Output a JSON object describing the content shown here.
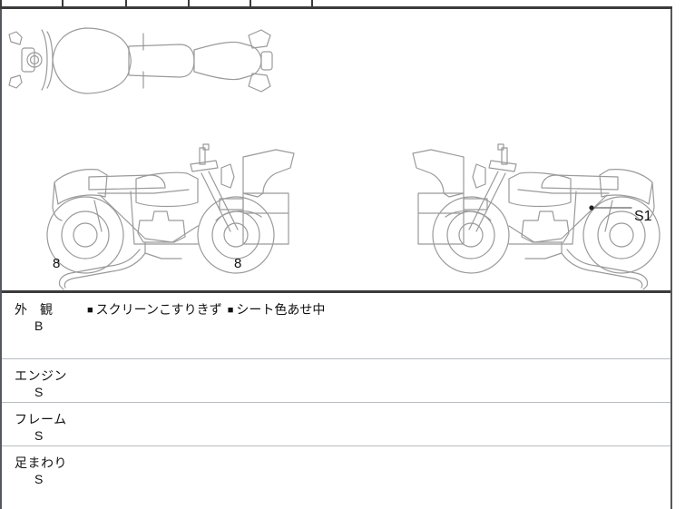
{
  "document": {
    "type": "vehicle-condition-report",
    "language": "ja"
  },
  "top_strip": {
    "ghost_text": "",
    "column_divider_x": [
      0,
      68,
      138,
      207,
      275,
      343
    ]
  },
  "illustration": {
    "caption_front_wheel": "8",
    "caption_rear_wheel": "8",
    "annotation_right_side": "S1",
    "views": [
      {
        "name": "top-view",
        "label": ""
      },
      {
        "name": "left-side-view",
        "label": ""
      },
      {
        "name": "right-side-view",
        "label": ""
      }
    ],
    "line_color": "#9a9a9a"
  },
  "condition_rows": [
    {
      "title": "外　観",
      "grade": "B",
      "notes": [
        {
          "bullet": "■",
          "text": "スクリーンこすりきず"
        },
        {
          "bullet": "■",
          "text": "シート色あせ中"
        }
      ]
    },
    {
      "title": "エンジン",
      "grade": "S",
      "notes": []
    },
    {
      "title": "フレーム",
      "grade": "S",
      "notes": []
    },
    {
      "title": "足まわり",
      "grade": "S",
      "notes": []
    }
  ],
  "colors": {
    "border_dark": "#3b3b3b",
    "border_light": "#b9bcc0",
    "page_border": "#55585c",
    "text": "#111111",
    "line_art": "#9a9a9a"
  }
}
